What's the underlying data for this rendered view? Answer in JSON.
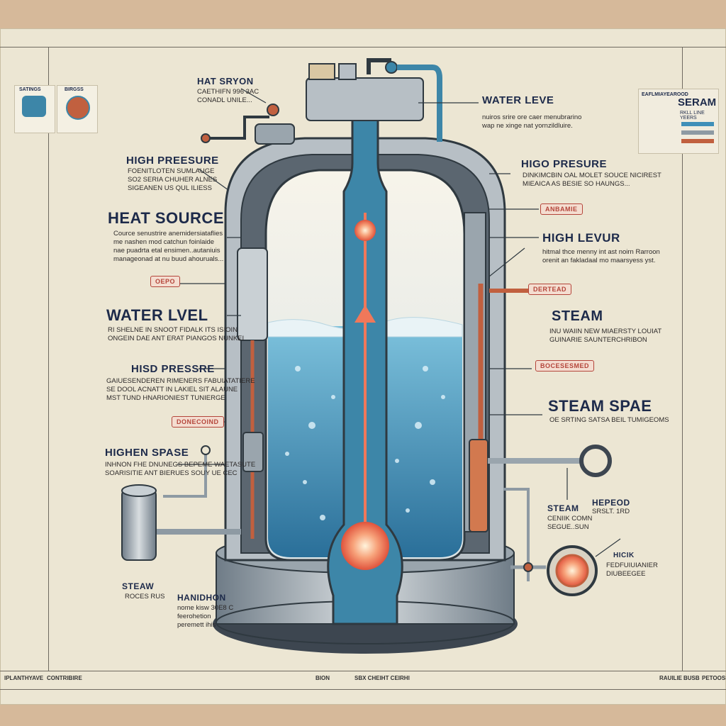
{
  "labels": {
    "hat_sryon": "HAT SRYON",
    "hat_sryon_desc": "CAETHIFN 996 3AC\nCONADL UNILE...",
    "water_leve_top": "WATER LEVE",
    "water_leve_top_desc": "nuiros srire ore caer menubrarino\nwap ne xinge nat yornzildluire.",
    "high_pressure_left": "HIGH PREESURE",
    "high_pressure_left_desc": "FOENITLOTEN SUMLAUGE\nSO2 SERIA CHUHER ALNES\nSIGEANEN US QUL ILIESS",
    "higo_presure_right": "HIGO PRESURE",
    "higo_presure_right_desc": "DINKIMCBIN OAL MOLET SOUCE NICIREST\nMIEAICA AS BESIE SO HAUNGS...",
    "heat_source": "HEAT SOURCE",
    "heat_source_desc": "Cource senustrire anemidersiataflies\nme nashen mod catchun foinlaide\nnae puadrta etal ensimen..autaniuis\nmanageonad at nu buud ahouruals...",
    "high_levur": "HIGH LEVUR",
    "high_levur_desc": "hitmal thce menny int ast noirn Rarroon\norenit an fakladaal mo maarsyess yst.",
    "water_lvel": "WATER LVEL",
    "water_lvel_desc": "RI SHELNE IN SNOOT FIDALK ITS ISIOIN\nONGEIN DAE ANT ERAT PIANGOS NUNKEI",
    "steam_mid": "STEAM",
    "steam_mid_desc": "INU WAIIN NEW MIAERSTY LOUIAT\nGUINARIE SAUNTERCHRIBON",
    "hisd_pressre": "HISD PRESSRE",
    "hisd_pressre_desc": "GAIUESENDEREN RIMENERS FABUIATATIERE\nSE DOOL ACNATT IN LAKIEL SIT ALAUNE\nMST TUND HNARIONIEST TUNIERGE",
    "steam_spae": "STEAM SPAE",
    "steam_spae_desc": "OE SRTING SATSA BEIL TUMIGEOMS",
    "highen_spase": "HIGHEN SPASE",
    "highen_spase_desc": "INHNON FHE DNUNEGS BEPEME WAETASUTE\nSOARISITIE ANT BIERUES SOUY UE CEC",
    "steam_lower": "STEAM",
    "steam_lower_desc": "CENIIK COMN\nSEGUE..SUN",
    "hepeod": "HEPEOD",
    "hepeod_desc": "SRSLT. 1RD",
    "stean_bottom_left": "STEAW",
    "stean_bottom_left_desc": "ROCES RUS",
    "hanidhon": "HANIDHON",
    "hanidhon_desc": "nome kisw 30E8 C\nfeerohetion\nperemett ihis",
    "hicik": "HICIK",
    "hicik_desc": "FEDFUIUIANIER\nDIUBEEGEE",
    "seram": "SERAM",
    "seram_sub": "RKLL LINE YEERS",
    "seram_top": "EAFLMIAYEAROOD"
  },
  "tags": {
    "anbamie": "ANBAMIE",
    "oepo": "OEPO",
    "dertead": "DERTEAD",
    "bocesesmed": "BOCESESMED",
    "donecoind": "DONECOIND"
  },
  "footer": {
    "left1": "IPLANTHYAVE",
    "left2": "CONTRIBIRE",
    "mid1": "BION",
    "mid2": "SBX CHEIHT CEIRHI",
    "right1": "RAUILIE",
    "right2": "BUSB",
    "right3": "PETOOSS"
  },
  "thumbs": {
    "left1": "SATINGS",
    "left2": "BIRGSS"
  },
  "colors": {
    "water": "#3f8fb8",
    "steel": "#8e9aa3",
    "copper": "#c1603f",
    "heat": "#f0785a",
    "ink": "#1d2a4a"
  }
}
